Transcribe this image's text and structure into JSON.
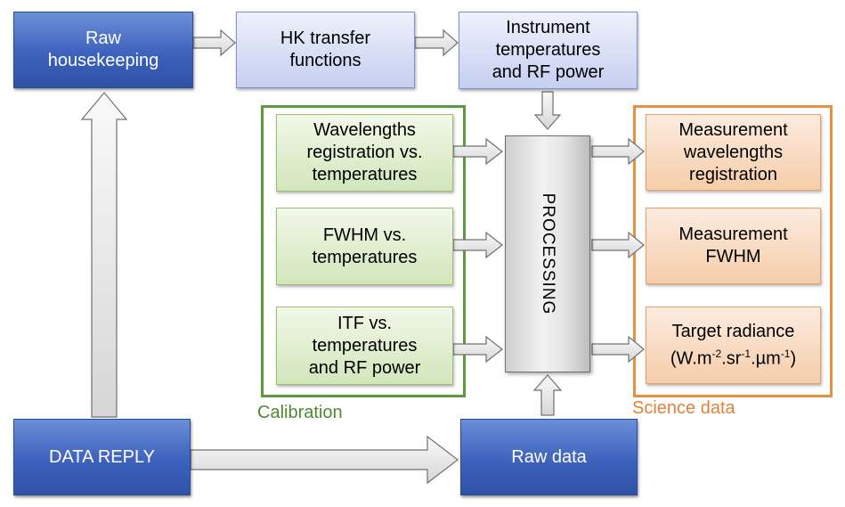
{
  "nodes": {
    "raw_housekeeping": "Raw\nhousekeeping",
    "hk_transfer": "HK transfer\nfunctions",
    "instrument_temps": "Instrument\ntemperatures\nand RF power",
    "data_reply": "DATA REPLY",
    "raw_data": "Raw data",
    "processing": "PROCESSING"
  },
  "calibration": {
    "label": "Calibration",
    "items": [
      "Wavelengths\nregistration vs.\ntemperatures",
      "FWHM vs.\ntemperatures",
      "ITF vs.\ntemperatures\nand RF power"
    ]
  },
  "science": {
    "label": "Science data",
    "items": [
      "Measurement\nwavelengths\nregistration",
      "Measurement\nFWHM"
    ],
    "target": {
      "title": "Target radiance",
      "unit_parts": [
        "(W.m",
        "-2",
        ".sr",
        "-1",
        ".µm",
        "-1",
        ")"
      ]
    }
  },
  "colors": {
    "dark_blue": "#3d62bd",
    "light_blue": "#c6cff0",
    "green_border": "#5a9a3c",
    "orange_border": "#e5913f",
    "calibration_label": "#4e8a2f",
    "science_label": "#e0823a"
  }
}
